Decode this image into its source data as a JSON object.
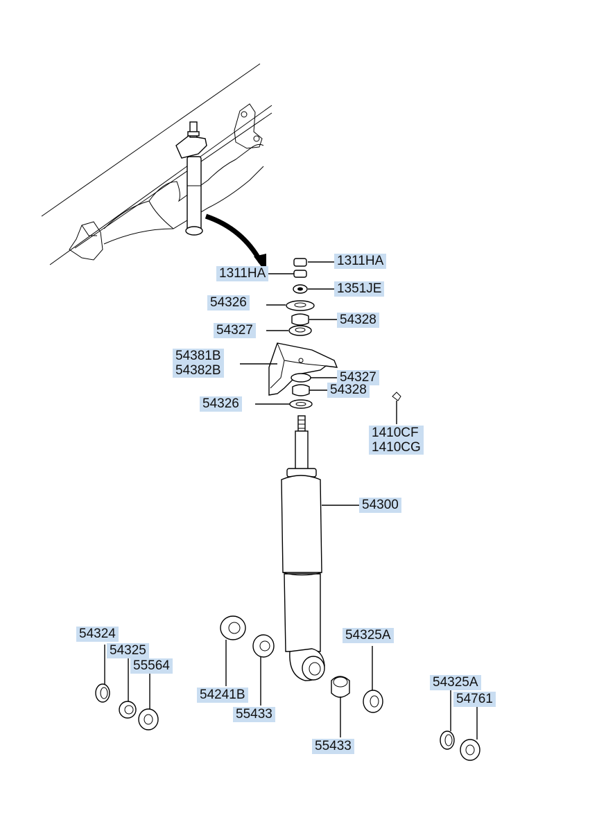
{
  "labels": {
    "l_1311ha_right": "1311HA",
    "l_1311ha_left": "1311HA",
    "l_1351je": "1351JE",
    "l_54326_top": "54326",
    "l_54328_top": "54328",
    "l_54327_top": "54327",
    "l_54381b": "54381B",
    "l_54382b": "54382B",
    "l_54327_mid": "54327",
    "l_54328_mid": "54328",
    "l_54326_mid": "54326",
    "l_1410cf": "1410CF",
    "l_1410cg": "1410CG",
    "l_54300": "54300",
    "l_54324": "54324",
    "l_54325": "54325",
    "l_55564": "55564",
    "l_54241b": "54241B",
    "l_55433_a": "55433",
    "l_54325a_a": "54325A",
    "l_55433_b": "55433",
    "l_54325a_b": "54325A",
    "l_54761": "54761"
  },
  "colors": {
    "label_bg": "#c9ddf1",
    "line": "#000000"
  }
}
